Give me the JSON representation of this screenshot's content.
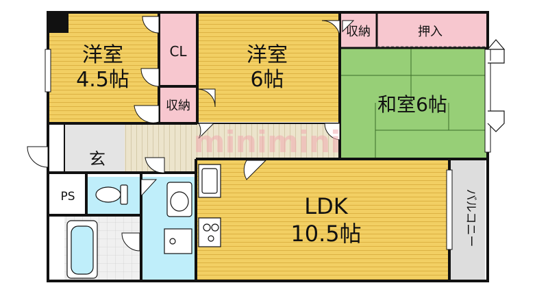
{
  "rooms": {
    "western_small": {
      "name": "洋室",
      "size": "4.5帖"
    },
    "western_large": {
      "name": "洋室",
      "size": "6帖"
    },
    "japanese": {
      "label": "和室6帖"
    },
    "ldk": {
      "name": "LDK",
      "size": "10.5帖"
    },
    "entrance": {
      "label": "玄"
    },
    "closet_cl": {
      "label": "CL"
    },
    "storage_small": {
      "label": "収納"
    },
    "storage_top": {
      "label": "収納"
    },
    "oshiire": {
      "label": "押入"
    },
    "ps": {
      "label": "PS"
    },
    "balcony": {
      "label": "バルコニー"
    }
  },
  "watermark": "minimini",
  "colors": {
    "western_floor": "#f2cf63",
    "ldk_floor": "#f2cf63",
    "tatami": "#97cf77",
    "closet": "#f7c7cf",
    "wet_area": "#bfeefa",
    "corridor": "#e9e3d2",
    "entrance_tile": "#e4e4e4",
    "balcony": "#dddddd",
    "wall": "#111111",
    "watermark": "#f1aab0"
  }
}
